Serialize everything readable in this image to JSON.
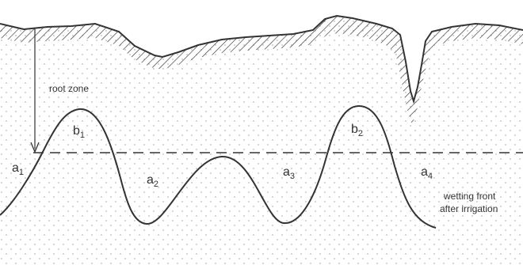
{
  "diagram": {
    "labels": {
      "root_zone": "root zone",
      "b1": {
        "base": "b",
        "sub": "1"
      },
      "b2": {
        "base": "b",
        "sub": "2"
      },
      "a1": {
        "base": "a",
        "sub": "1"
      },
      "a2": {
        "base": "a",
        "sub": "2"
      },
      "a3": {
        "base": "a",
        "sub": "3"
      },
      "a4": {
        "base": "a",
        "sub": "4"
      },
      "wetting_front_line1": "wetting front",
      "wetting_front_line2": "after irrigation"
    },
    "colors": {
      "ink": "#333333",
      "soil_dots": "#9a9a9a",
      "background": "#ffffff"
    }
  }
}
